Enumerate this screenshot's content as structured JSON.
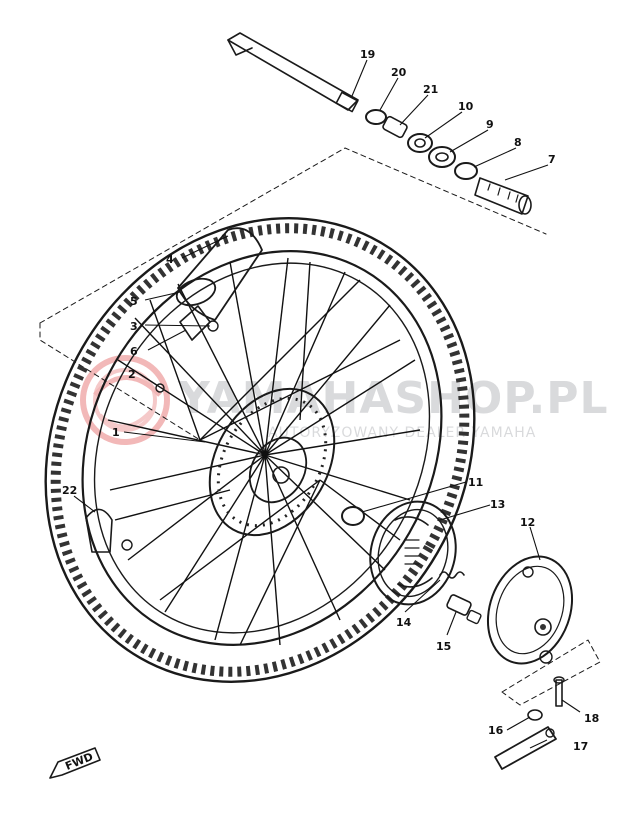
{
  "watermark": {
    "brand": "YAMAHASHOP.PL",
    "tagline": "AUTORYZOWANY DEALER YAMAHA"
  },
  "fwd_tag": "FWD",
  "callouts": [
    {
      "id": "c1",
      "label": "1"
    },
    {
      "id": "c2",
      "label": "2"
    },
    {
      "id": "c3",
      "label": "3"
    },
    {
      "id": "c4",
      "label": "4"
    },
    {
      "id": "c5",
      "label": "5"
    },
    {
      "id": "c6",
      "label": "6"
    },
    {
      "id": "c7",
      "label": "7"
    },
    {
      "id": "c8",
      "label": "8"
    },
    {
      "id": "c9",
      "label": "9"
    },
    {
      "id": "c10",
      "label": "10"
    },
    {
      "id": "c11",
      "label": "11"
    },
    {
      "id": "c12",
      "label": "12"
    },
    {
      "id": "c13",
      "label": "13"
    },
    {
      "id": "c14",
      "label": "14"
    },
    {
      "id": "c15",
      "label": "15"
    },
    {
      "id": "c16",
      "label": "16"
    },
    {
      "id": "c17",
      "label": "17"
    },
    {
      "id": "c18",
      "label": "18"
    },
    {
      "id": "c19",
      "label": "19"
    },
    {
      "id": "c20",
      "label": "20"
    },
    {
      "id": "c21",
      "label": "21"
    },
    {
      "id": "c22",
      "label": "22"
    }
  ]
}
